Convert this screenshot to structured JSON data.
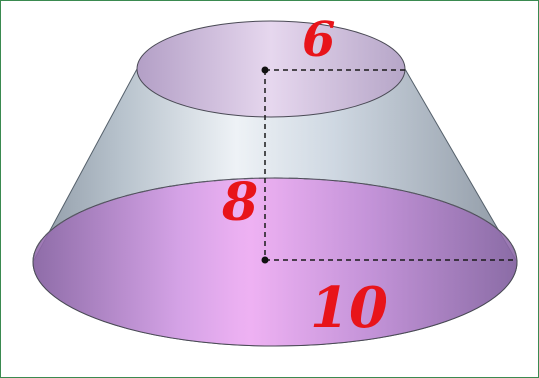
{
  "figure": {
    "top_radius_label": "6",
    "height_label": "8",
    "bottom_radius_label": "10"
  },
  "colors": {
    "frame_border": "#3a8a50",
    "label_red": "#e8141a",
    "base_fill": "#c88be0",
    "side_fill": "#c7d2de",
    "dash": "#1a1a1a"
  }
}
